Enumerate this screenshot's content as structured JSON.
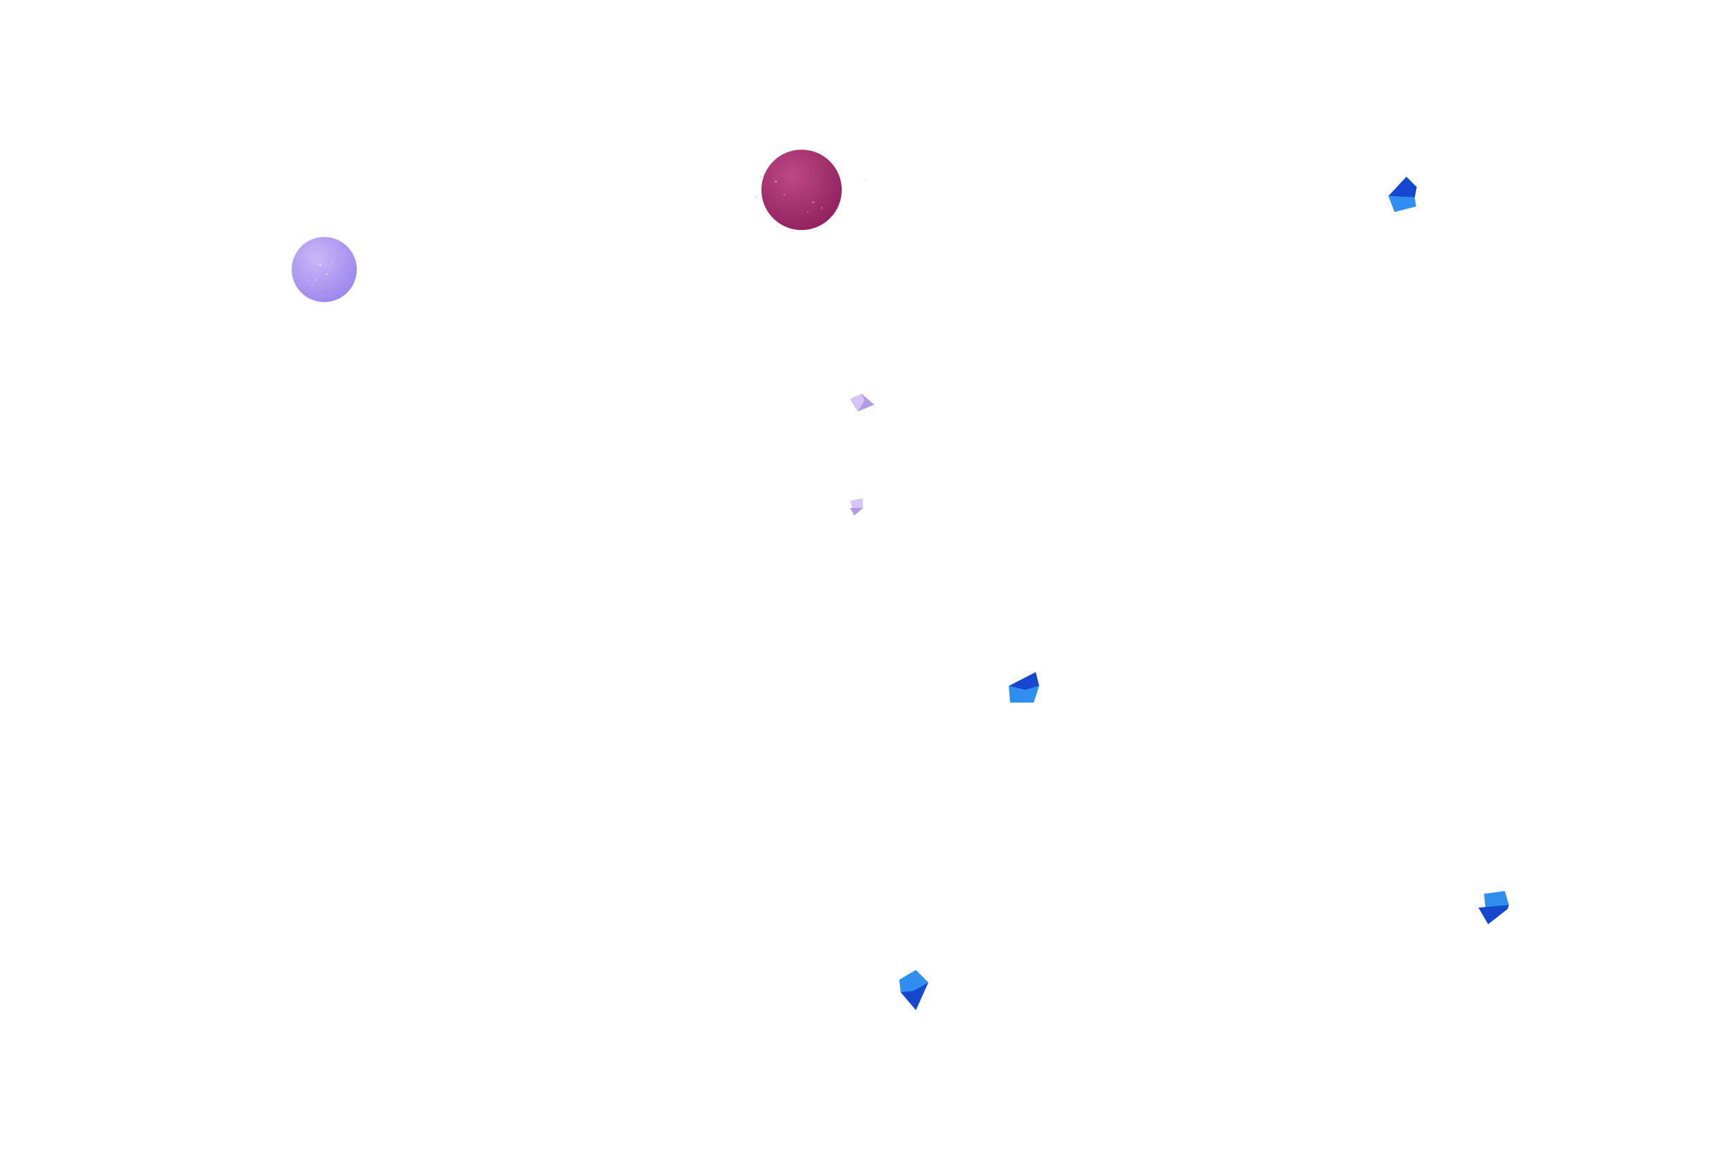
{
  "background": "#ffffff",
  "colors": {
    "lavender_sphere_light": "#c8b8f7",
    "lavender_sphere_dark": "#9c84ec",
    "magenta_sphere_light": "#bb4a86",
    "magenta_sphere_dark": "#8f1f5d",
    "lilac_shard_light": "#d6c6f7",
    "lilac_shard_dark": "#b19ae8",
    "blue_shard_light": "#2e8ff0",
    "blue_shard_dark": "#1548cf"
  },
  "shapes": [
    {
      "kind": "sphere",
      "name": "lavender-sphere-icon",
      "palette": "lavender"
    },
    {
      "kind": "sphere",
      "name": "magenta-sphere-icon",
      "palette": "magenta"
    },
    {
      "kind": "shard",
      "name": "blue-shard-icon",
      "palette": "blue"
    },
    {
      "kind": "shard",
      "name": "lilac-shard-icon",
      "palette": "lilac"
    },
    {
      "kind": "shard",
      "name": "lilac-shard-small-icon",
      "palette": "lilac"
    },
    {
      "kind": "shard",
      "name": "blue-shard-center-icon",
      "palette": "blue"
    },
    {
      "kind": "shard",
      "name": "blue-shard-bottom-right-icon",
      "palette": "blue"
    },
    {
      "kind": "shard",
      "name": "blue-shard-bottom-icon",
      "palette": "blue"
    }
  ]
}
